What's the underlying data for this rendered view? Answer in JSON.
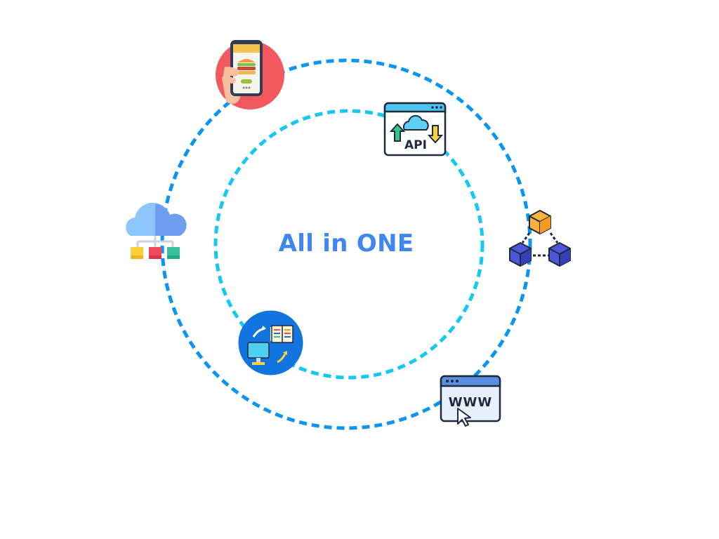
{
  "diagram": {
    "center_label": "All in ONE",
    "colors": {
      "title": "#3f86ef",
      "outer_ring": "#0b95f2",
      "inner_ring": "#14c8f2"
    },
    "nodes": [
      {
        "icon": "mobile-food-app-icon"
      },
      {
        "icon": "api-window-icon",
        "text": "API"
      },
      {
        "icon": "cloud-network-icon"
      },
      {
        "icon": "blockchain-cubes-icon"
      },
      {
        "icon": "e-learning-sync-icon"
      },
      {
        "icon": "web-browser-icon",
        "text": "WWW"
      }
    ]
  }
}
